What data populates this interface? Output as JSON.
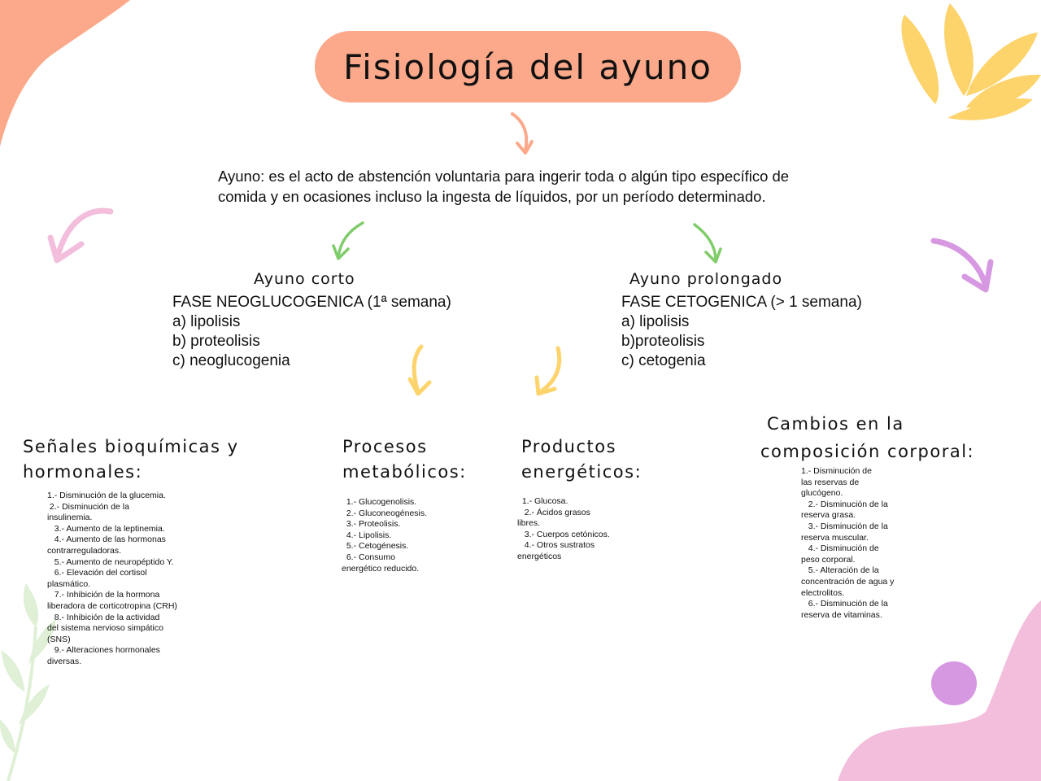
{
  "title": "Fisiología del ayuno",
  "definition": {
    "lines": [
      "Ayuno: es el acto de abstención voluntaria para ingerir toda o algún tipo específico de",
      "comida y en ocasiones incluso la ingesta de líquidos, por un período determinado."
    ]
  },
  "ayuno_corto": {
    "title": "Ayuno corto",
    "lines": [
      "FASE NEOGLUCOGENICA (1ª semana)",
      "a) lipolisis",
      "b) proteolisis",
      "c) neoglucogenia"
    ]
  },
  "ayuno_prolongado": {
    "title": "Ayuno prolongado",
    "lines": [
      "FASE CETOGENICA (> 1 semana)",
      "a) lipolisis",
      "b)proteolisis",
      "c) cetogenia"
    ]
  },
  "senales": {
    "title": [
      "Señales bioquímicas y",
      "hormonales:"
    ],
    "lines": [
      "1.- Disminución de la glucemia.",
      " 2.- Disminución de la",
      "insulinemia.",
      "   3.- Aumento de la leptinemia.",
      "   4.- Aumento de las hormonas",
      "contrarreguladoras.",
      "   5.- Aumento de neuropéptido Y.",
      "   6.- Elevación del cortisol",
      "plasmático.",
      "   7.- Inhibición de la hormona",
      "liberadora de corticotropina (CRH)",
      "   8.- Inhibición de la actividad",
      "del sistema nervioso simpático",
      "(SNS)",
      "   9.- Alteraciones hormonales",
      "diversas."
    ]
  },
  "procesos": {
    "title": [
      "Procesos",
      "metabólicos:"
    ],
    "lines": [
      "  1.- Glucogenolisis.",
      "  2.- Gluconeogénesis.",
      "  3.- Proteolisis.",
      "  4.- Lipolisis.",
      "  5.- Cetogénesis.",
      "  6.- Consumo",
      "energético reducido."
    ]
  },
  "productos": {
    "title": [
      "Productos",
      "energéticos:"
    ],
    "lines": [
      "  1.- Glucosa.",
      "   2.- Ácidos grasos",
      "libres.",
      "   3.- Cuerpos cetónicos.",
      "   4.- Otros sustratos",
      "energéticos"
    ]
  },
  "cambios": {
    "title": [
      "Cambios en la",
      "composición corporal:"
    ],
    "lines": [
      "1.- Disminución de",
      "las reservas de",
      "glucógeno.",
      "   2.- Disminución de la",
      "reserva grasa.",
      "   3.- Disminución de la",
      "reserva muscular.",
      "   4.- Disminución de",
      "peso corporal.",
      "   5.- Alteración de la",
      "concentración de agua y",
      "electrolitos.",
      "   6.- Disminución de la",
      "reserva de vitaminas."
    ]
  },
  "colors": {
    "peach": "#fba98a",
    "pink": "#f2bedc",
    "yellow": "#fdd36b",
    "green": "#7fcc6a",
    "purple": "#d798e2",
    "leaf": "#dff0d6"
  }
}
